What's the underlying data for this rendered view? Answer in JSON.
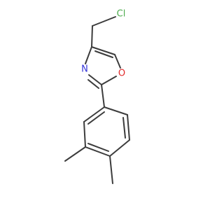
{
  "molecule": {
    "atoms": {
      "chlorine": {
        "label": "Cl",
        "color": "#4cab4c"
      },
      "nitrogen": {
        "label": "N",
        "color": "#3434d8"
      },
      "oxygen": {
        "label": "O",
        "color": "#e12a2a"
      }
    },
    "bond_color": "#3c3c3c"
  }
}
